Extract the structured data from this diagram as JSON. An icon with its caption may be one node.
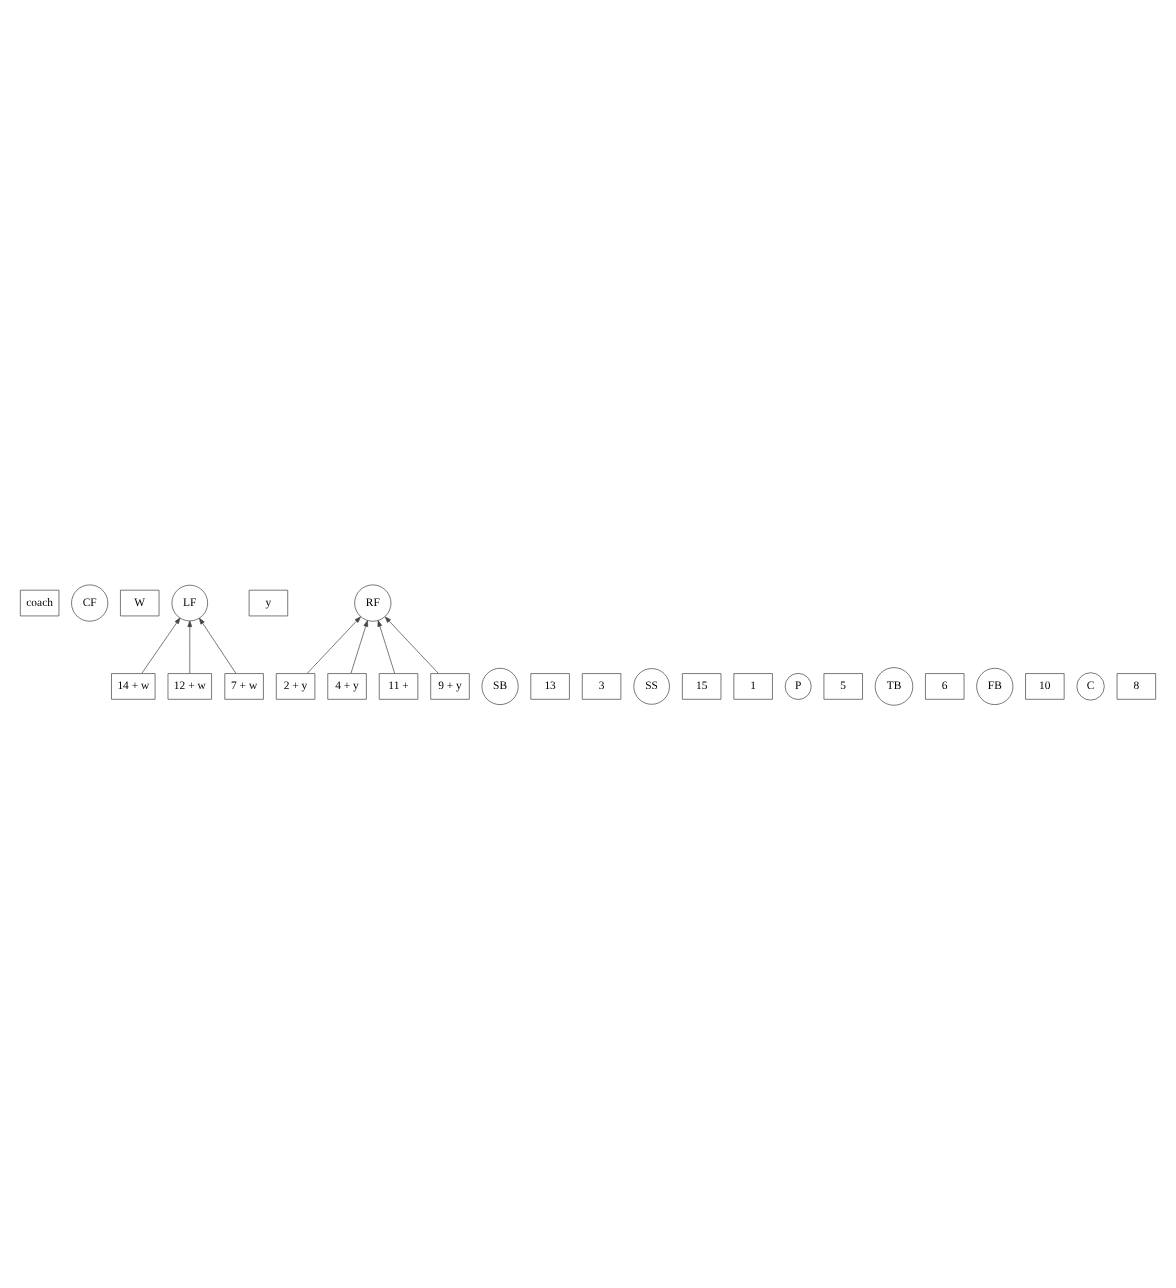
{
  "diagram": {
    "nodes": [
      {
        "text": [
          "coach"
        ]
      },
      {
        "text": [
          "CF"
        ]
      },
      {
        "text": [
          "W"
        ]
      },
      {
        "text": [
          "LF"
        ]
      },
      {
        "text": [
          "y"
        ]
      },
      {
        "text": [
          "RF"
        ]
      },
      {
        "text": [
          "14 + w"
        ]
      },
      {
        "text": [
          "SB"
        ]
      },
      {
        "text": [
          "13"
        ]
      },
      {
        "text": [
          "2 + y"
        ]
      },
      {
        "text": [
          "3"
        ]
      },
      {
        "text": [
          "SS"
        ]
      },
      {
        "text": [
          "15"
        ]
      },
      {
        "text": [
          "1"
        ]
      },
      {
        "text": [
          "P"
        ]
      },
      {
        "text": [
          "4 + y"
        ]
      },
      {
        "text": [
          "5"
        ]
      },
      {
        "text": [
          "TB"
        ]
      },
      {
        "text": [
          "6"
        ]
      },
      {
        "text": [
          "12 + w"
        ]
      },
      {
        "text": [
          "FB"
        ]
      },
      {
        "text": [
          "11 +"
        ]
      },
      {
        "text": [
          "10"
        ]
      },
      {
        "text": [
          "C"
        ]
      },
      {
        "text": [
          "7 + w"
        ]
      },
      {
        "text": [
          "8"
        ]
      },
      {
        "text": [
          "9 + y"
        ]
      }
    ],
    "edges": [
      {
        "from": 9,
        "to": 5,
        "arrow": "to"
      },
      {
        "from": 15,
        "to": 5,
        "arrow": "to"
      },
      {
        "from": 6,
        "to": 3,
        "arrow": "to"
      },
      {
        "from": 19,
        "to": 3,
        "arrow": "to"
      },
      {
        "from": 24,
        "to": 3,
        "arrow": "to"
      },
      {
        "from": 26,
        "to": 5,
        "arrow": "to"
      },
      {
        "from": 21,
        "to": 5,
        "arrow": "to"
      }
    ]
  }
}
